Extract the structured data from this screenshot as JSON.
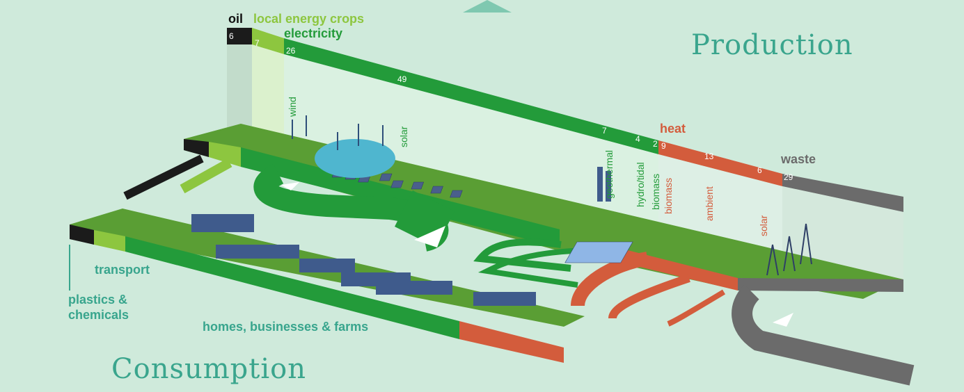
{
  "titles": {
    "production": "Production",
    "consumption": "Consumption"
  },
  "sources": {
    "oil": {
      "label": "oil",
      "value": "6"
    },
    "crops": {
      "label": "local energy crops",
      "value": "7"
    },
    "electricity": {
      "label": "electricity",
      "value": "26",
      "value2": "49",
      "value3": "7",
      "value4": "4",
      "value5": "2"
    },
    "heat": {
      "label": "heat",
      "value": "9",
      "value2": "13",
      "value3": "6"
    },
    "waste": {
      "label": "waste",
      "value": "29"
    }
  },
  "sub_labels": {
    "wind": "wind",
    "solar_el": "solar",
    "geothermal": "geothermal",
    "hydro": "hydro/tidal",
    "biomass_el": "biomass",
    "biomass_heat": "biomass",
    "ambient": "ambient",
    "solar_heat": "solar"
  },
  "consumers": {
    "transport": "transport",
    "plastics": "plastics &",
    "plastics2": "chemicals",
    "homes": "homes, businesses & farms"
  },
  "colors": {
    "background": "#cfeadb",
    "oil": "#1b1b1b",
    "crops": "#8dc63f",
    "electricity": "#239b3a",
    "heat": "#d35c3c",
    "waste": "#6b6b6b",
    "title": "#3aa58d",
    "ground": "#5a9e34"
  }
}
